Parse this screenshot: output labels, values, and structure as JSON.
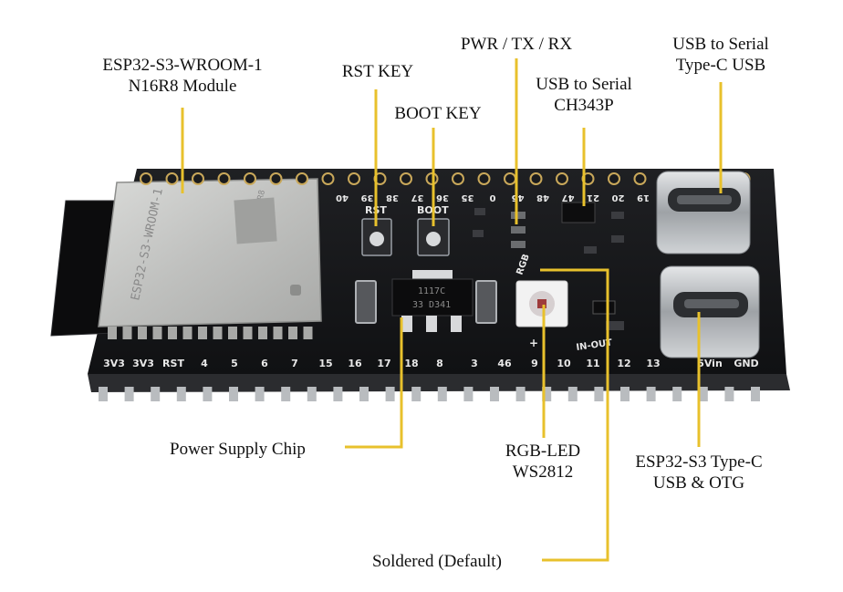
{
  "colors": {
    "callout_line": "#e8c12c",
    "board": "#17181a",
    "pcb_edge": "#2b2c2f",
    "silkscreen": "#e8e8e8",
    "module_shield": "#c8c9c7",
    "antenna": "#0c0c0d",
    "header_pin": "#b9bcbf"
  },
  "labels": {
    "module": [
      "ESP32-S3-WROOM-1",
      "N16R8 Module"
    ],
    "rst_key": "RST KEY",
    "boot_key": "BOOT KEY",
    "pwr_tx_rx": "PWR / TX / RX",
    "usb_serial_chip": [
      "USB to Serial",
      "CH343P"
    ],
    "usb_serial_port": [
      "USB to Serial",
      "Type-C USB"
    ],
    "power_chip": "Power Supply Chip",
    "rgb_led": [
      "RGB-LED",
      "WS2812"
    ],
    "s3_usb": [
      "ESP32-S3 Type-C",
      "USB & OTG"
    ],
    "soldered": "Soldered (Default)"
  },
  "board": {
    "top_pins": [
      "40",
      "39",
      "38",
      "37",
      "36",
      "35",
      "0",
      "45",
      "48",
      "47",
      "21",
      "20",
      "19"
    ],
    "bottom_pins": [
      "3V3",
      "3V3",
      "RST",
      "4",
      "5",
      "6",
      "7",
      "15",
      "16",
      "17",
      "18",
      "8",
      "3",
      "46",
      "9",
      "10",
      "11",
      "12",
      "13"
    ],
    "bottom_right_pins": [
      "5Vin",
      "GND"
    ],
    "button_labels": [
      "RST",
      "BOOT"
    ],
    "rgb_silk": "RGB",
    "in_out_silk": "IN-OUT",
    "plus_silk": "+",
    "regulator_text": [
      "1117C",
      "33 D341"
    ],
    "module_text": [
      "ESP32-S3-WROOM-1",
      "N16R8"
    ]
  }
}
